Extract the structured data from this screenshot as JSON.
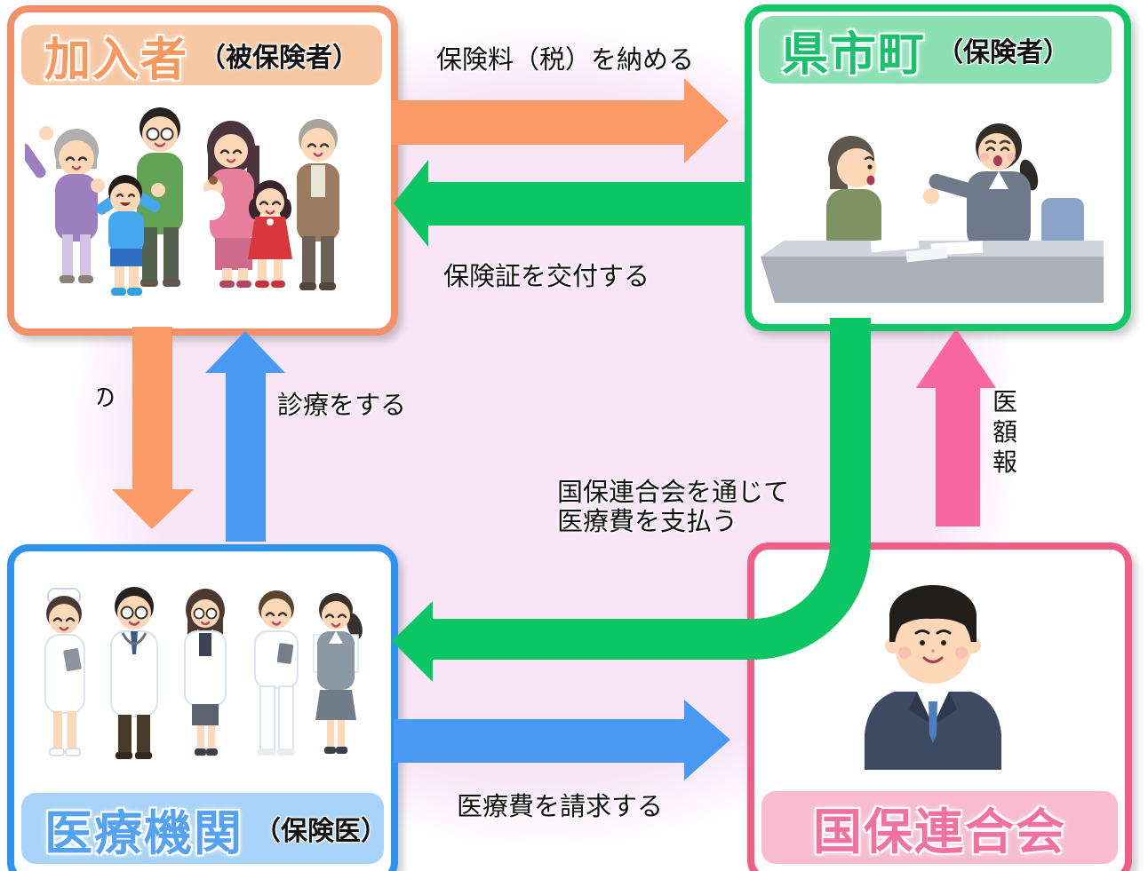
{
  "colors": {
    "background_circle": "#f8e6f7",
    "arrow_orange": "#fc9a68",
    "arrow_green": "#0bc662",
    "arrow_blue": "#4799f2",
    "arrow_pink": "#f8679d"
  },
  "boxes": {
    "insured": {
      "title": "加入者",
      "subtitle": "（被保険者）",
      "accent": "#f7995f",
      "band": "#f8c8a5",
      "border": "#f29169"
    },
    "insurer": {
      "title": "県市町",
      "subtitle": "（保険者）",
      "accent": "#1ac06e",
      "band": "#8be0b3",
      "border": "#10c868"
    },
    "medical": {
      "title": "医療機関",
      "subtitle": "（保険医）",
      "accent": "#55a2f2",
      "band": "#a7d3f8",
      "border": "#2e92ef"
    },
    "federation": {
      "title": "国保連合会",
      "accent": "#f2719f",
      "band": "#f9bbcf",
      "border": "#f25d88"
    }
  },
  "arrows": {
    "pay_premium": {
      "label": "保険料（税）を納める"
    },
    "issue_card": {
      "label": "保険証を交付する"
    },
    "present_card_partial": {
      "label": "の"
    },
    "treatment": {
      "label": "診療をする"
    },
    "pay_medical": {
      "line1": "国保連合会を通じて",
      "line2": "医療費を支払う"
    },
    "report_partial": {
      "chars": [
        "医",
        "額",
        "報"
      ]
    },
    "claim": {
      "label": "医療費を請求する"
    }
  }
}
